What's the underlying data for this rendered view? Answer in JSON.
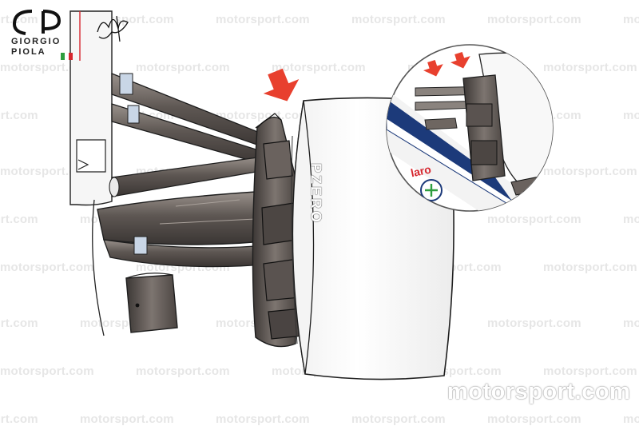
{
  "logo": {
    "monogram": "GP",
    "line1": "GIORGIO",
    "line2": "PIOLA",
    "flag_colors": [
      "#2e9e3f",
      "#ffffff",
      "#d6262e"
    ]
  },
  "watermark": {
    "brand": "motorsport.com",
    "color": "#e6e6e6"
  },
  "main_watermark": "motorsport.com",
  "tyre_text": "PZERO",
  "inset": {
    "sponsor_text": "laro"
  },
  "colors": {
    "arrow": "#e8402e",
    "carbon": "#56504d",
    "carbon_light": "#8c8580",
    "livery_blue": "#1c3a7a"
  }
}
